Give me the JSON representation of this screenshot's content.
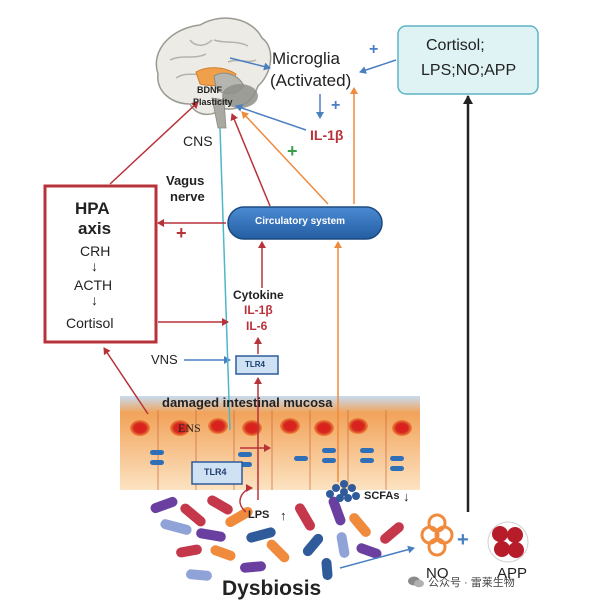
{
  "colors": {
    "red": "#b8323a",
    "blue": "#4a7fc1",
    "orange": "#f08a3c",
    "cyan": "#4fb7c9",
    "green": "#3aa048",
    "black": "#222222",
    "circulatory_fill": "#2f6fb8",
    "cortisol_box_fill": "#dff3f5"
  },
  "labels": {
    "microglia_line1": "Microglia",
    "microglia_line2": "(Activated)",
    "cortisol_box_line1": "Cortisol;",
    "cortisol_box_line2": "LPS;NO;APP",
    "bdnf_line1": "BDNF",
    "bdnf_line2": "Plasticity",
    "cns": "CNS",
    "il1b_top": "IL-1β",
    "vagus_line1": "Vagus",
    "vagus_line2": "nerve",
    "circulatory": "Circulatory system",
    "hpa_line1": "HPA",
    "hpa_line2": "axis",
    "crh": "CRH",
    "acth": "ACTH",
    "cortisol": "Cortisol",
    "cytokine": "Cytokine",
    "il1b_mid": "IL-1β",
    "il6": "IL-6",
    "vns": "VNS",
    "tlr4_upper": "TLR4",
    "tlr4_lower": "TLR4",
    "mucosa": "damaged intestinal mucosa",
    "ens": "ENS",
    "scfas": "SCFAs",
    "lps": "LPS",
    "dysbiosis": "Dysbiosis",
    "no": "NO",
    "app": "APP",
    "watermark": "公众号 · 雷莱生物"
  },
  "signs": {
    "plus_cortisol": "+",
    "plus_il1b": "+",
    "plus_green": "+",
    "plus_hpa": "+",
    "plus_no_app": "+",
    "arrow_up_lps": "↑",
    "arrow_down_scfas": "↓"
  }
}
